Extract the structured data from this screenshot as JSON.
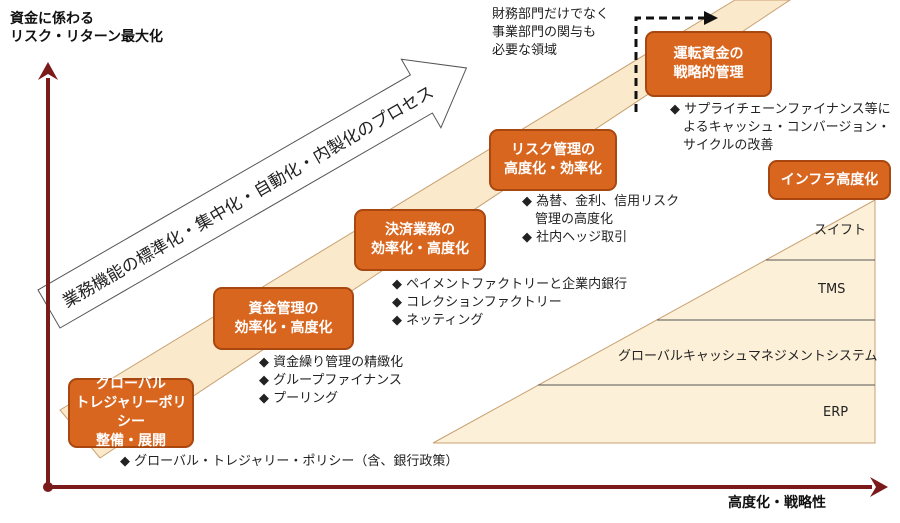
{
  "axes": {
    "y_label": [
      "資金に係わる",
      "リスク・リターン最大化"
    ],
    "x_label": "高度化・戦略性",
    "axis_color": "#7b1a1a"
  },
  "process_arrow": "業務機能の標準化・集中化・自動化・内製化のプロセス",
  "note": [
    "財務部門だけでなく",
    "事業部門の関与も",
    "必要な領域"
  ],
  "stages": [
    {
      "title": [
        "グローバル",
        "トレジャリーポリシー",
        "整備・展開"
      ],
      "bullets": [
        "◆ グローバル・トレジャリー・ポリシー（含、銀行政策）"
      ]
    },
    {
      "title": [
        "資金管理の",
        "効率化・高度化"
      ],
      "bullets": [
        "◆ 資金繰り管理の精緻化",
        "◆ グループファイナンス",
        "◆ プーリング"
      ]
    },
    {
      "title": [
        "決済業務の",
        "効率化・高度化"
      ],
      "bullets": [
        "◆ ペイメントファクトリーと企業内銀行",
        "◆ コレクションファクトリー",
        "◆ ネッティング"
      ]
    },
    {
      "title": [
        "リスク管理の",
        "高度化・効率化"
      ],
      "bullets": [
        "◆ 為替、金利、信用リスク",
        "　管理の高度化",
        "◆ 社内ヘッジ取引"
      ]
    },
    {
      "title": [
        "運転資金の",
        "戦略的管理"
      ],
      "bullets": [
        "◆ サプライチェーンファイナンス等に",
        "　よるキャッシュ・コンバージョン・",
        "　サイクルの改善"
      ]
    }
  ],
  "infra": {
    "title": "インフラ高度化",
    "layers": [
      "スイフト",
      "TMS",
      "グローバルキャッシュマネジメントシステム",
      "ERP"
    ]
  },
  "colors": {
    "box": "#d9661f",
    "band": "#fbe9cc"
  }
}
